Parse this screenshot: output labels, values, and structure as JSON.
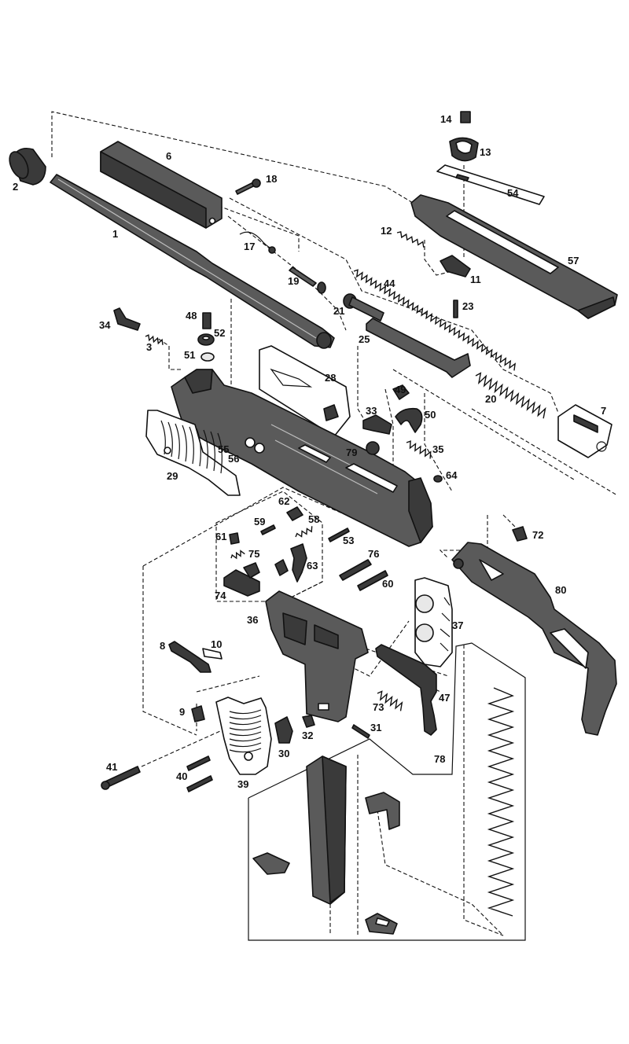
{
  "diagram": {
    "colors": {
      "background": "#ffffff",
      "ink": "#111111",
      "part_fill": "#5a5a5a",
      "part_dark": "#3a3a3a",
      "part_light": "#e8e8e8"
    },
    "labels": {
      "p1": "1",
      "p2": "2",
      "p3": "3",
      "p6": "6",
      "p7": "7",
      "p8": "8",
      "p9": "9",
      "p10": "10",
      "p11": "11",
      "p12": "12",
      "p13": "13",
      "p14": "14",
      "p17": "17",
      "p18": "18",
      "p19": "19",
      "p20": "20",
      "p21": "21",
      "p23": "23",
      "p25": "25",
      "p28": "28",
      "p29": "29",
      "p30": "30",
      "p31": "31",
      "p32": "32",
      "p33": "33",
      "p34": "34",
      "p35": "35",
      "p36": "36",
      "p37": "37",
      "p39": "39",
      "p40": "40",
      "p41": "41",
      "p44": "44",
      "p47": "47",
      "p48": "48",
      "p49": "49",
      "p50": "50",
      "p51": "51",
      "p52": "52",
      "p53": "53",
      "p54": "54",
      "p55": "55",
      "p56": "56",
      "p57": "57",
      "p58": "58",
      "p59": "59",
      "p60": "60",
      "p61": "61",
      "p62": "62",
      "p63": "63",
      "p64": "64",
      "p72": "72",
      "p73": "73",
      "p74": "74",
      "p75": "75",
      "p76": "76",
      "p78": "78",
      "p79": "79",
      "p80": "80"
    }
  }
}
